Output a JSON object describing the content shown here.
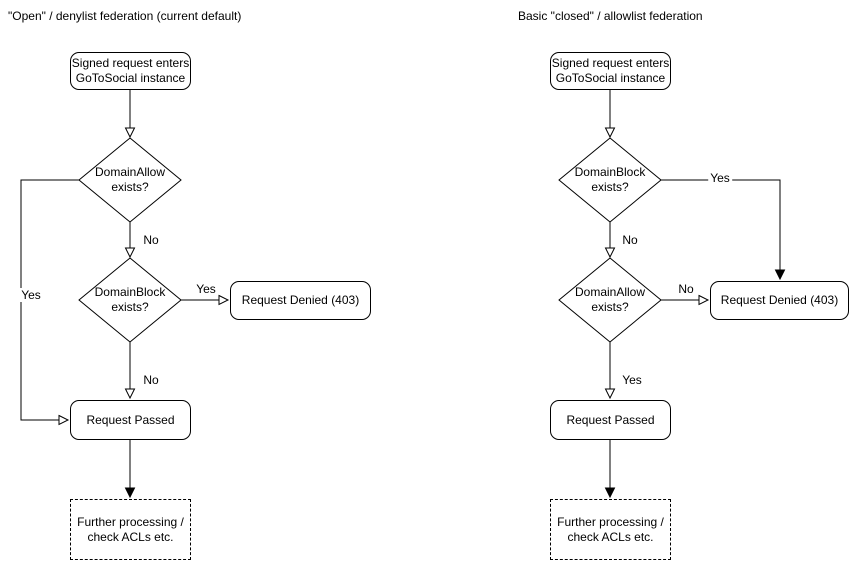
{
  "colors": {
    "line": "#000000",
    "text": "#000000",
    "background": "#ffffff"
  },
  "charts": [
    {
      "title": "\"Open\" / denylist federation (current default)",
      "nodes": {
        "start": "Signed request enters\nGoToSocial instance",
        "decision_allow": "DomainAllow\nexists?",
        "decision_block": "DomainBlock\nexists?",
        "denied": "Request Denied (403)",
        "passed": "Request Passed",
        "further": "Further processing /\ncheck ACLs etc."
      },
      "edge_labels": {
        "allow_no": "No",
        "allow_yes": "Yes",
        "block_yes": "Yes",
        "block_no": "No"
      }
    },
    {
      "title": "Basic \"closed\" / allowlist federation",
      "nodes": {
        "start": "Signed request enters\nGoToSocial instance",
        "decision_block": "DomainBlock\nexists?",
        "decision_allow": "DomainAllow\nexists?",
        "denied": "Request Denied (403)",
        "passed": "Request Passed",
        "further": "Further processing /\ncheck ACLs etc."
      },
      "edge_labels": {
        "block_yes": "Yes",
        "block_no": "No",
        "allow_no": "No",
        "allow_yes": "Yes"
      }
    }
  ]
}
